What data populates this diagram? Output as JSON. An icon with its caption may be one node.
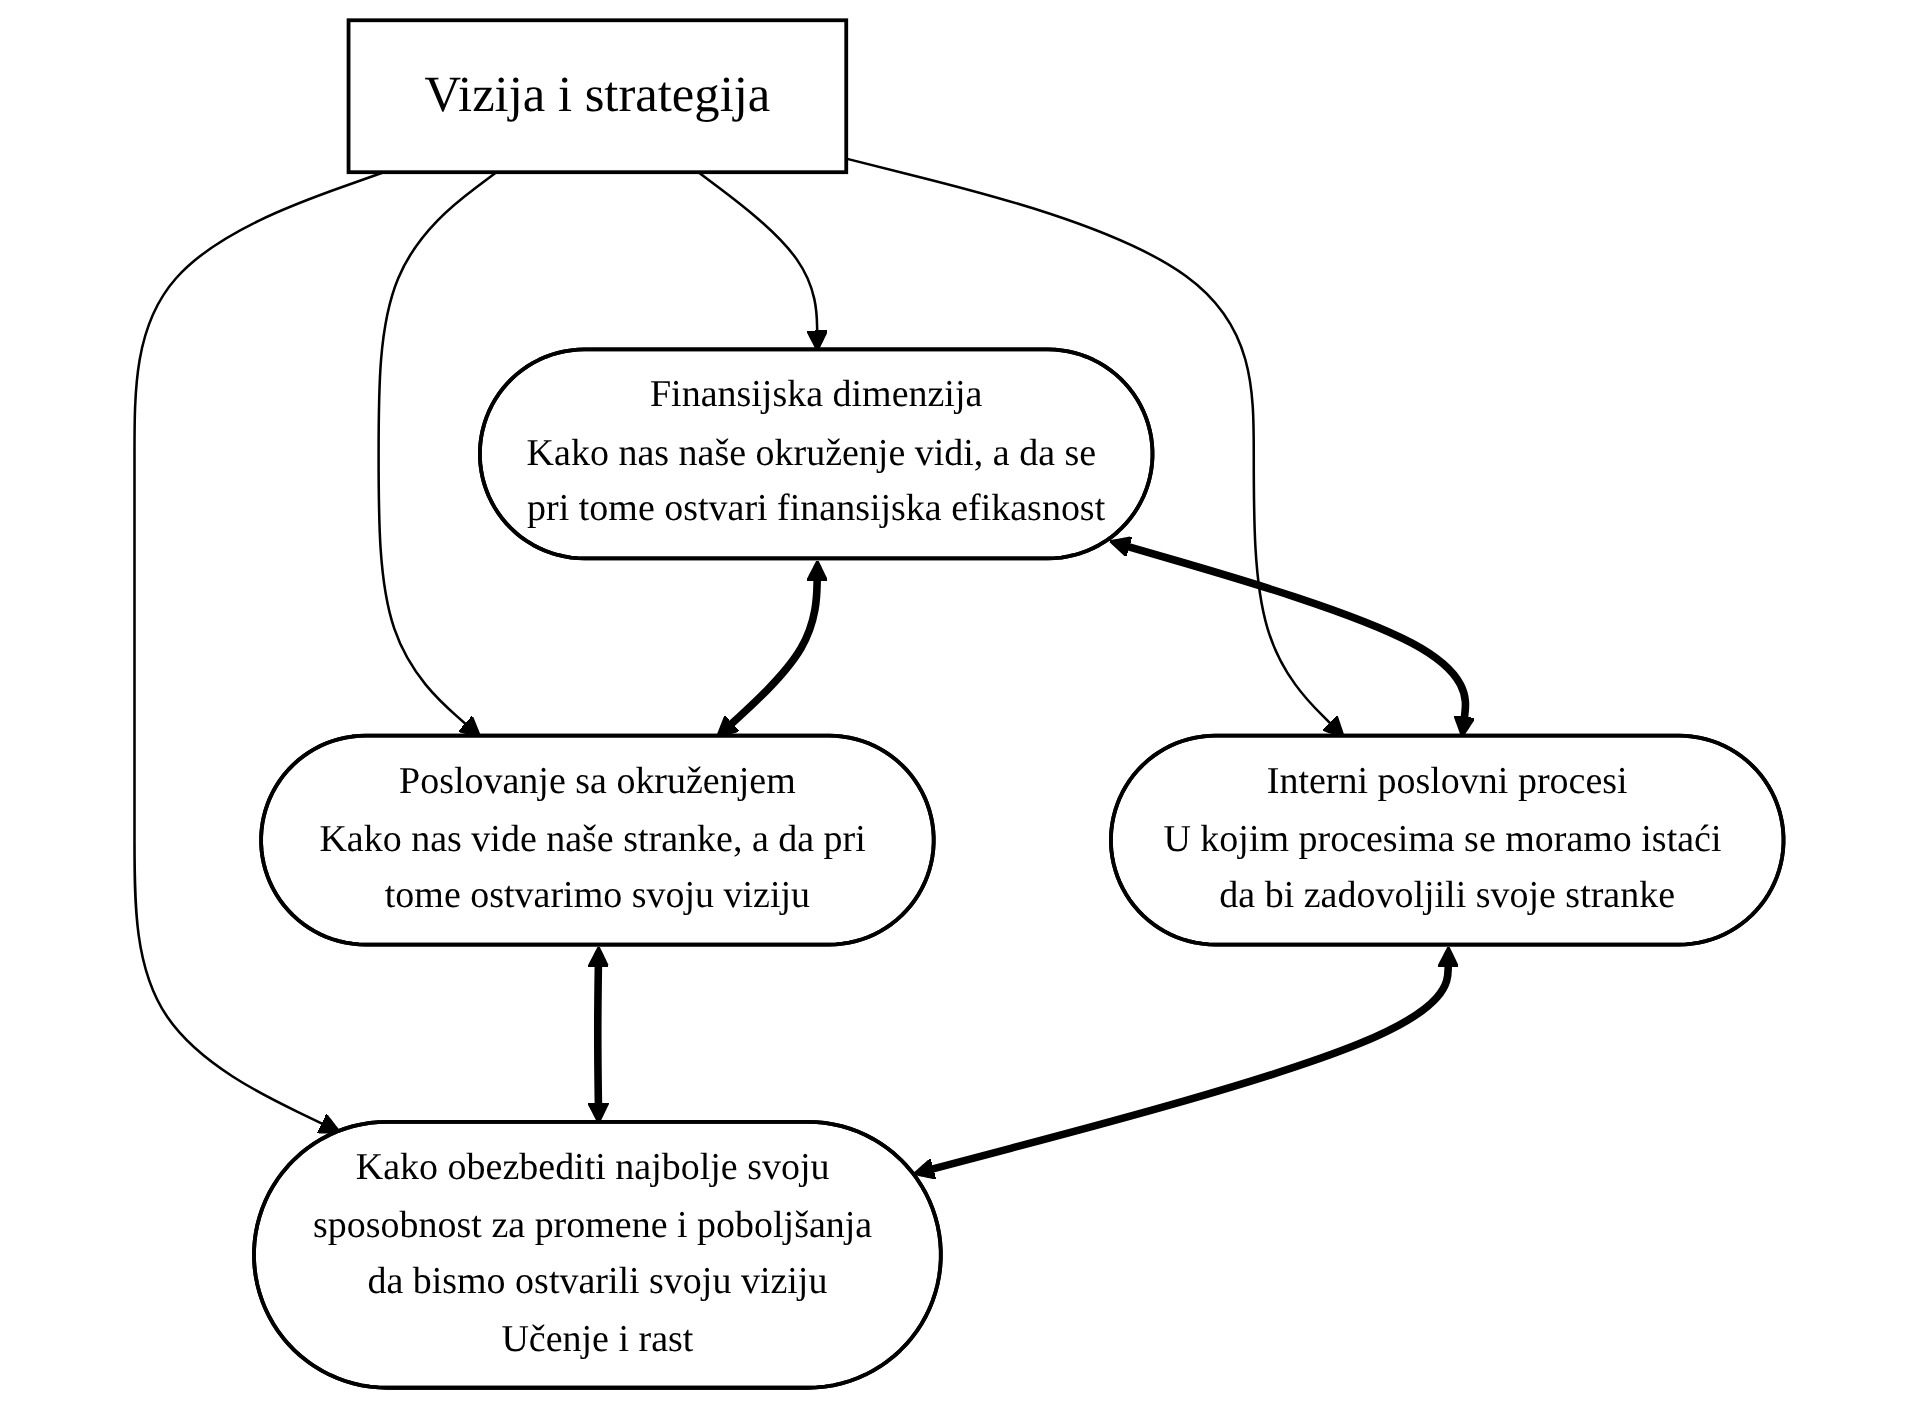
{
  "diagram": {
    "nodes": [
      {
        "text": [
          "Finansijska dimenzija",
          "Kako nas naše okruženje vidi, a da se pri tome ostvari finansijska efikasnost"
        ]
      },
      {
        "text": [
          "Poslovanje sa okruženjem",
          "Kako nas vide naše stranke, a da pri tome ostvarimo svoju viziju"
        ]
      },
      {
        "text": [
          "Vizija i strategija"
        ]
      },
      {
        "text": [
          "Interni poslovni procesi",
          "U kojim procesima se moramo istaći da bi zadovoljili svoje stranke"
        ]
      },
      {
        "text": [
          "Kako obezbediti najbolje svoju sposobnost za promene i poboljšanja da bismo ostvarili svoju viziju",
          "Učenje i rast"
        ]
      }
    ],
    "edges": [
      {
        "from": 2,
        "to": 0,
        "arrow": "to"
      },
      {
        "from": 2,
        "to": 1,
        "arrow": "to"
      },
      {
        "from": 2,
        "to": 3,
        "arrow": "to"
      },
      {
        "from": 2,
        "to": 4,
        "arrow": "to"
      },
      {
        "from": 0,
        "to": 1,
        "arrow": "both",
        "style": "thick"
      },
      {
        "from": 0,
        "to": 3,
        "arrow": "both",
        "style": "thick"
      },
      {
        "from": 1,
        "to": 4,
        "arrow": "both",
        "style": "thick"
      },
      {
        "from": 3,
        "to": 4,
        "arrow": "both",
        "style": "thick"
      }
    ]
  }
}
